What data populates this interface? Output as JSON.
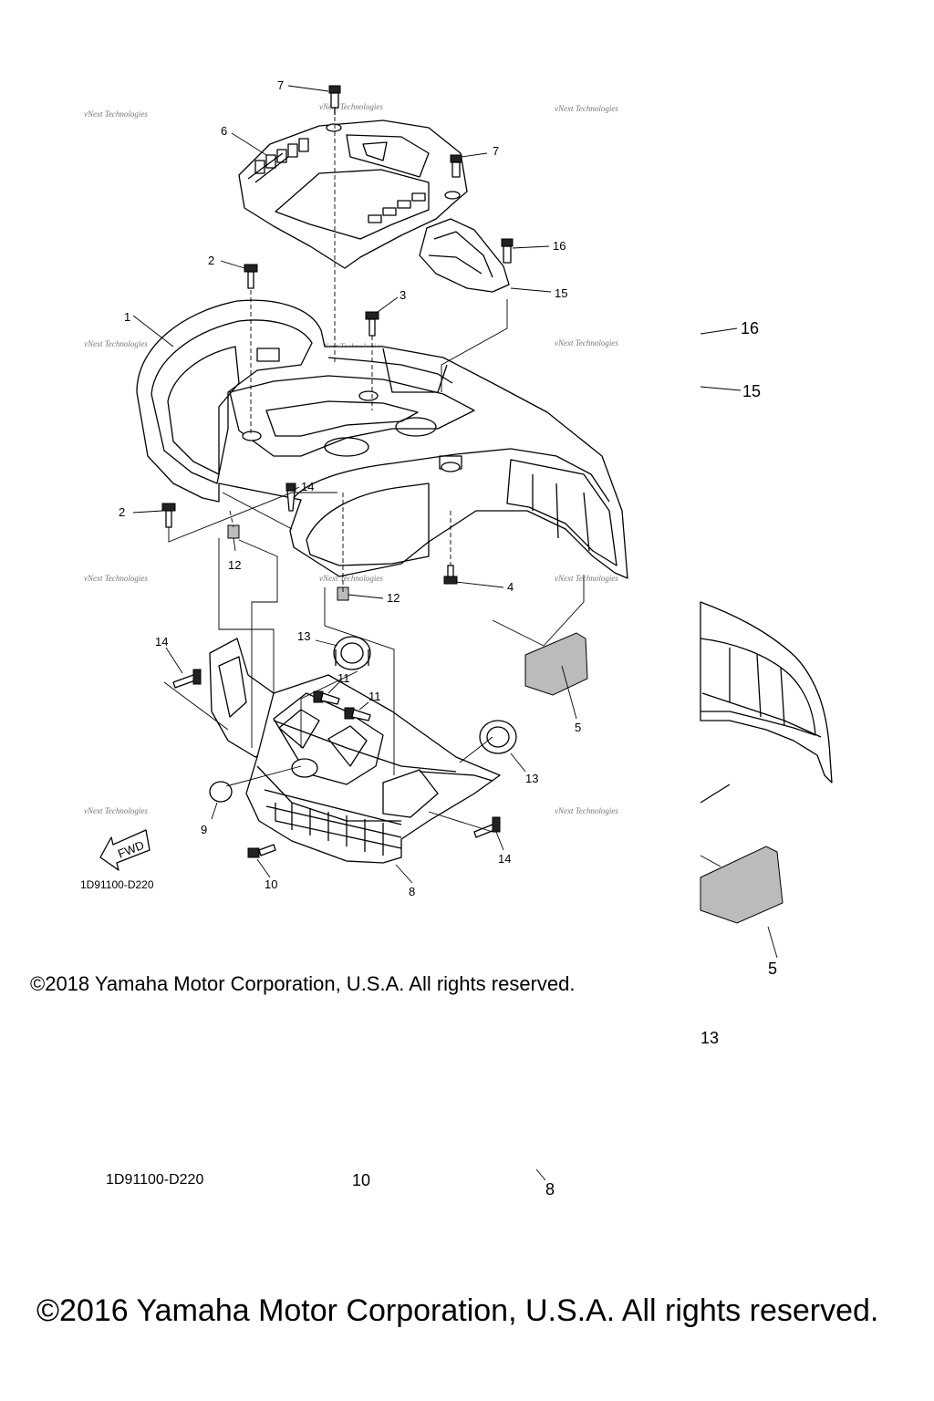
{
  "diagram": {
    "part_labels": {
      "p1": "1",
      "p2a": "2",
      "p2b": "2",
      "p3": "3",
      "p4": "4",
      "p5": "5",
      "p6": "6",
      "p7a": "7",
      "p7b": "7",
      "p8": "8",
      "p9": "9",
      "p10": "10",
      "p11a": "11",
      "p11b": "11",
      "p12a": "12",
      "p12b": "12",
      "p13a": "13",
      "p13b": "13",
      "p14a": "14",
      "p14b": "14",
      "p14c": "14",
      "p15": "15",
      "p16": "16"
    },
    "overlay_labels": {
      "p16": "16",
      "p15": "15",
      "p5": "5",
      "p13": "13",
      "p10": "10",
      "p8": "8"
    },
    "fwd_label": "FWD",
    "drawing_code": "1D91100-D220",
    "drawing_code_overlay": "1D91100-D220",
    "watermark": "vNext Technologies"
  },
  "footer": {
    "copyright_2018": "©2018 Yamaha Motor Corporation, U.S.A. All rights reserved.",
    "copyright_2016": "©2016 Yamaha Motor Corporation, U.S.A. All rights reserved."
  }
}
